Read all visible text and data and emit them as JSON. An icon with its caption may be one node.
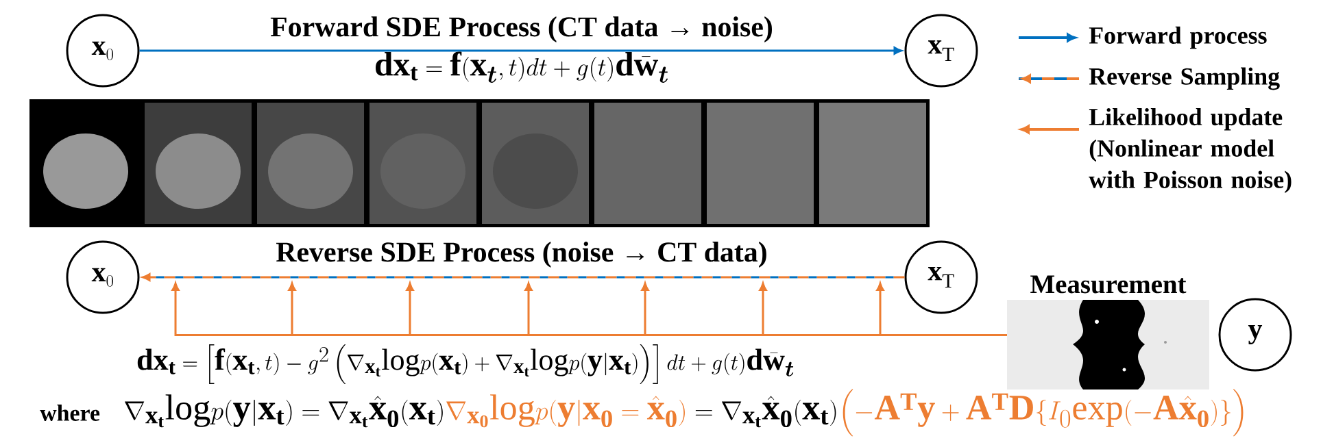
{
  "diagram": {
    "nodes": [
      {
        "text": [
          "\\mathbf{x}_0"
        ]
      },
      {
        "text": [
          "\\mathbf{x}_\\mathrm{T}"
        ]
      },
      {
        "text": [
          "\\mathbf{x}_0"
        ]
      },
      {
        "text": [
          "\\mathbf{x}_\\mathrm{T}"
        ]
      },
      {
        "text": [
          "\\mathbf{y}"
        ]
      },
      {
        "text": [
          "Measurement"
        ]
      }
    ],
    "edges": [
      {
        "from": 0,
        "to": 1,
        "arrow": "to",
        "label": "Forward SDE Process (CT data → noise)",
        "color": "#0070c0"
      },
      {
        "from": 3,
        "to": 2,
        "arrow": "to",
        "label": "Reverse SDE Process (noise → CT data)",
        "style": "dashed"
      },
      {
        "from": 5,
        "to": null,
        "arrow": "to"
      },
      {
        "from": 5,
        "to": null,
        "arrow": "to"
      },
      {
        "from": 5,
        "to": null,
        "arrow": "to"
      },
      {
        "from": 5,
        "to": null,
        "arrow": "to"
      },
      {
        "from": 5,
        "to": null,
        "arrow": "to"
      },
      {
        "from": 5,
        "to": null,
        "arrow": "to"
      },
      {
        "from": 5,
        "to": null,
        "arrow": "to"
      }
    ],
    "labels": [
      "\\mathbf{dx_t} = \\mathbf{f}(\\mathbf{x}_{\\boldsymbol{t}}, t)dt + g(t)\\mathbf{d}\\bar{\\mathbf{w}}_{\\boldsymbol{t}}",
      "\\mathbf{dx_t} = \\left[\\mathbf{f}(\\mathbf{x_t},t) - g^2\\left(\\nabla_{\\mathbf{x_t}}\\mathrm{log}p(\\mathbf{x_t}) + \\nabla_{\\mathbf{x_t}}\\mathrm{log}p(\\mathbf{y}|\\mathbf{x_t})\\right)\\right]dt + g(t)\\mathbf{d}\\bar{\\mathbf{w}}_{\\boldsymbol{t}}",
      "where",
      "\\nabla_{\\mathbf{x_t}}\\mathrm{log}p(\\mathbf{y}|\\mathbf{x_t}) = \\nabla_{\\mathbf{x_t}}\\hat{\\mathbf{x}}_{\\mathbf{0}}(\\mathbf{x_t}){\\color[HTML]{ED7D31}\\nabla_{\\mathbf{x_0}}\\mathrm{log}p(\\mathbf{y}|\\mathbf{x_0}=\\hat{\\mathbf{x}}_{\\mathbf{0}})} = \\nabla_{\\mathbf{x_t}}\\hat{\\mathbf{x}}_{\\mathbf{0}}(\\mathbf{x_t}){\\color[HTML]{ED7D31}\\left(-\\mathbf{A^Ty} + \\mathbf{A^TD}\\{I_0\\mathrm{exp}(-\\mathbf{A}\\hat{\\mathbf{x}}_{\\mathbf{0}})\\}\\right)}"
    ],
    "legend": [
      {
        "text": "Forward process"
      },
      {
        "text": "Reverse Sampling"
      },
      {
        "text": "Likelihood update (Nonlinear model with Poisson noise)"
      }
    ]
  }
}
